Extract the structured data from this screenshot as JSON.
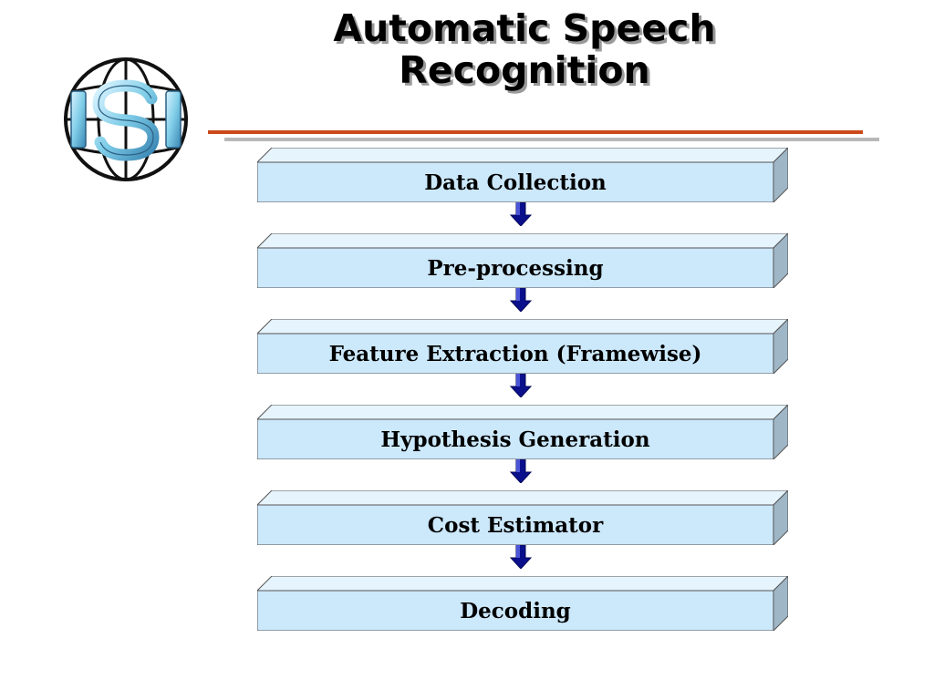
{
  "slide": {
    "title_line1": "Automatic Speech",
    "title_line2": "Recognition",
    "logo_letters": "ISI"
  },
  "flow": {
    "steps": [
      {
        "label": "Data Collection"
      },
      {
        "label": "Pre-processing"
      },
      {
        "label": "Feature Extraction (Framewise)"
      },
      {
        "label": "Hypothesis Generation"
      },
      {
        "label": "Cost Estimator"
      },
      {
        "label": "Decoding"
      }
    ]
  },
  "colors": {
    "box_fill": "#cce8fb",
    "box_top": "#e6f4fd",
    "box_side": "#9fb6c6",
    "arrow": "#0a0f8c",
    "rule_primary": "#cc4a1a",
    "rule_secondary": "#b8b8b8"
  },
  "icons": {
    "logo": "globe-logo-icon",
    "connector": "arrow-down-icon"
  }
}
